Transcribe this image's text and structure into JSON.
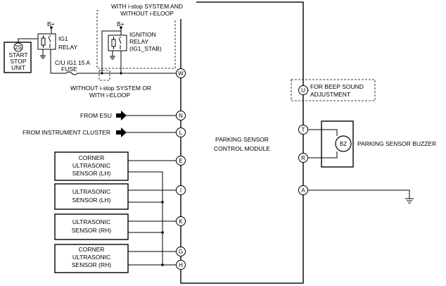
{
  "module": {
    "line1": "PARKING SENSOR",
    "line2": "CONTROL MODULE"
  },
  "power": {
    "b_plus_1": "B+",
    "b_plus_2": "B+"
  },
  "ig1_relay": {
    "line1": "IG1",
    "line2": "RELAY"
  },
  "ignition_relay": {
    "line1": "IGNITION",
    "line2": "RELAY",
    "line3": "(IG1_STAB)"
  },
  "istop_note": {
    "line1": "WITH i-stop SYSTEM AND",
    "line2": "WITHOUT i-ELOOP"
  },
  "start_stop_unit": {
    "symbol": "2S",
    "line1": "START",
    "line2": "STOP",
    "line3": "UNIT"
  },
  "fuse": {
    "line1": "C/U IG1 15 A",
    "line2": "FUSE"
  },
  "without_note": {
    "line1": "WITHOUT i-stop SYSTEM OR",
    "line2": "WITH i-ELOOP"
  },
  "inputs": {
    "esu": "FROM ESU",
    "cluster": "FROM INSTRUMENT CLUSTER"
  },
  "sensors": {
    "corner_lh": {
      "line1": "CORNER",
      "line2": "ULTRASONIC",
      "line3": "SENSOR (LH)"
    },
    "lh": {
      "line1": "ULTRASONIC",
      "line2": "SENSOR (LH)"
    },
    "rh": {
      "line1": "ULTRASONIC",
      "line2": "SENSOR (RH)"
    },
    "corner_rh": {
      "line1": "CORNER",
      "line2": "ULTRASONIC",
      "line3": "SENSOR (RH)"
    }
  },
  "pins": {
    "w": "W",
    "n": "N",
    "l": "L",
    "e": "E",
    "i": "I",
    "k": "K",
    "g": "G",
    "h": "H",
    "u": "U",
    "t": "T",
    "r": "R",
    "a": "A"
  },
  "beep_note": {
    "line1": "FOR BEEP SOUND",
    "line2": "ADJUSTMENT"
  },
  "buzzer": {
    "symbol": "BZ",
    "label": "PARKING SENSOR BUZZER"
  }
}
